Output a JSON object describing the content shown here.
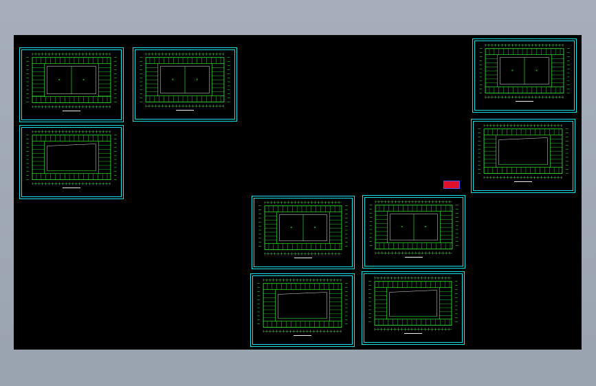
{
  "app": {
    "background": "#000000",
    "frame_color": "#19e3e3",
    "wall_color": "#36ff3a",
    "dim_color": "#e8e8e8"
  },
  "sheets": [
    {
      "id": "sheet-1",
      "layout": "rooms",
      "caption": ""
    },
    {
      "id": "sheet-2",
      "layout": "rooms",
      "caption": ""
    },
    {
      "id": "sheet-3",
      "layout": "courtyard",
      "caption": ""
    },
    {
      "id": "sheet-4",
      "layout": "rooms",
      "caption": ""
    },
    {
      "id": "sheet-5",
      "layout": "courtyard",
      "caption": ""
    },
    {
      "id": "sheet-6",
      "layout": "rooms",
      "caption": ""
    },
    {
      "id": "sheet-7",
      "layout": "rooms",
      "caption": ""
    },
    {
      "id": "sheet-8",
      "layout": "courtyard",
      "caption": ""
    },
    {
      "id": "sheet-9",
      "layout": "courtyard",
      "caption": ""
    }
  ],
  "logo_badge": {
    "icon": "logo-badge-icon",
    "color": "#e0102a"
  }
}
